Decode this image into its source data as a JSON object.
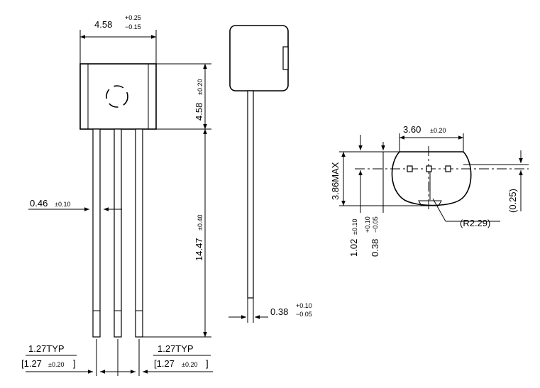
{
  "dimensions": {
    "body_width": {
      "value": "4.58",
      "tol_plus": "+0.25",
      "tol_minus": "−0.15"
    },
    "body_height": {
      "value": "4.58",
      "tol": "±0.20"
    },
    "lead_length": {
      "value": "14.47",
      "tol": "±0.40"
    },
    "lead_width": {
      "value": "0.46",
      "tol": "±0.10"
    },
    "lead_thickness": {
      "value": "0.38",
      "tol_plus": "+0.10",
      "tol_minus": "−0.05"
    },
    "pitch_left": {
      "typ": "1.27TYP",
      "bracket_open": "[1.27",
      "tol": "±0.20",
      "bracket_close": "]"
    },
    "pitch_right": {
      "typ": "1.27TYP",
      "bracket_open": "[1.27",
      "tol": "±0.20",
      "bracket_close": "]"
    },
    "flat_width": {
      "value": "3.60",
      "tol": "±0.20"
    },
    "max_height": {
      "value": "3.86MAX"
    },
    "flat_offset": {
      "value": "1.02",
      "tol": "±0.10"
    },
    "lead_offset": {
      "value": "0.38",
      "tol_plus": "+0.10",
      "tol_minus": "−0.05"
    },
    "radius": {
      "value": "(R2.29)"
    },
    "clearance": {
      "value": "(0.25)"
    }
  }
}
